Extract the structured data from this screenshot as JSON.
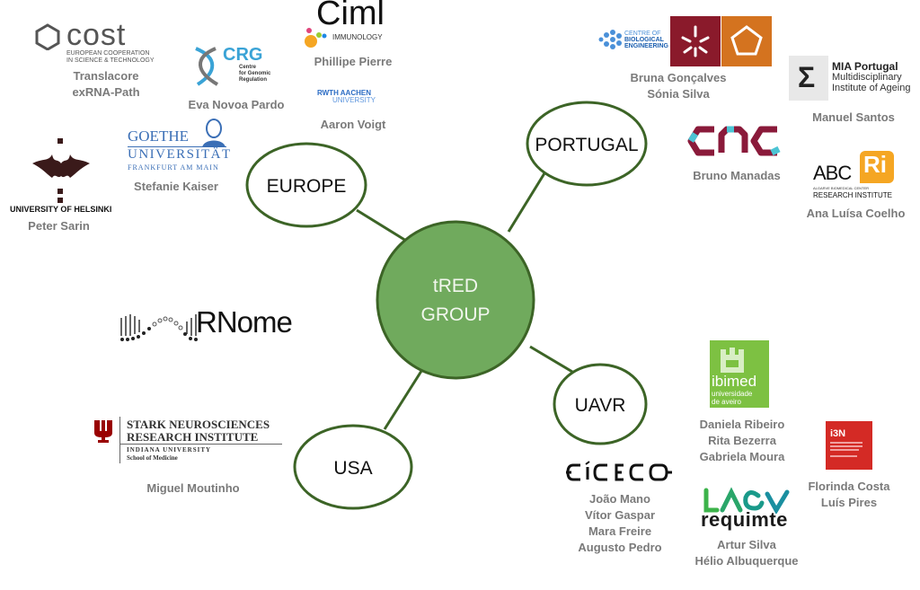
{
  "center": {
    "label_line1": "tRED",
    "label_line2": "GROUP",
    "fill": "#70aa5d",
    "stroke": "#3c6426"
  },
  "nodes": [
    {
      "id": "europe",
      "label": "EUROPE"
    },
    {
      "id": "portugal",
      "label": "PORTUGAL"
    },
    {
      "id": "uavr",
      "label": "UAVR"
    },
    {
      "id": "usa",
      "label": "USA"
    }
  ],
  "colors": {
    "edge": "#3c6426",
    "name_text": "#7a7a7a"
  },
  "partners": {
    "cost": {
      "logo_main": "cost",
      "logo_sub1": "EUROPEAN COOPERATION",
      "logo_sub2": "IN SCIENCE & TECHNOLOGY",
      "names": [
        "Translacore",
        "exRNA-Path"
      ]
    },
    "crg": {
      "logo_main": "CRG",
      "logo_sub": [
        "Centre",
        "for Genomic",
        "Regulation"
      ],
      "names": [
        "Eva Novoa Pardo"
      ]
    },
    "ciml": {
      "logo_main": "Ciml",
      "logo_sub": "IMMUNOLOGY",
      "names": [
        "Phillipe Pierre"
      ]
    },
    "rwth": {
      "logo_line1": "RWTH AACHEN",
      "logo_line2": "UNIVERSITY",
      "names": [
        "Aaron Voigt"
      ]
    },
    "goethe": {
      "logo_line1": "GOETHE",
      "logo_line2": "UNIVERSITÄT",
      "logo_line3": "FRANKFURT AM MAIN",
      "names": [
        "Stefanie Kaiser"
      ]
    },
    "helsinki": {
      "logo_text": "UNIVERSITY OF HELSINKI",
      "names": [
        "Peter Sarin"
      ]
    },
    "rnome": {
      "logo_text": "RNome"
    },
    "stark": {
      "logo_line1": "STARK NEUROSCIENCES",
      "logo_line2": "RESEARCH INSTITUTE",
      "logo_line3": "INDIANA UNIVERSITY",
      "logo_line4": "School of Medicine",
      "names": [
        "Miguel Moutinho"
      ]
    },
    "ceb": {
      "logo_line1": "CENTRE OF",
      "logo_line2": "BIOLOGICAL",
      "logo_line3": "ENGINEERING",
      "names": [
        "Bruna Gonçalves",
        "Sónia Silva"
      ]
    },
    "mia": {
      "logo_line1": "MIA Portugal",
      "logo_line2": "Multidisciplinary",
      "logo_line3": "Institute of Ageing",
      "names": [
        "Manuel Santos"
      ]
    },
    "cnc": {
      "logo_text": "cnc",
      "names": [
        "Bruno Manadas"
      ]
    },
    "abcri": {
      "logo_main": "ABC",
      "logo_badge": "Ri",
      "logo_sub1": "ALGARVE BIOMEDICAL CENTER",
      "logo_sub2": "RESEARCH INSTITUTE",
      "names": [
        "Ana Luísa Coelho"
      ]
    },
    "ibimed": {
      "logo_main": "ibimed",
      "logo_sub1": "universidade",
      "logo_sub2": "de aveiro",
      "names": [
        "Daniela Ribeiro",
        "Rita Bezerra",
        "Gabriela Moura"
      ]
    },
    "ciceco": {
      "logo_text": "CICECO",
      "names": [
        "João Mano",
        "Vítor Gaspar",
        "Mara Freire",
        "Augusto Pedro"
      ]
    },
    "laqv": {
      "logo_main": "LAQV",
      "logo_sub": "requimte",
      "names": [
        "Artur Silva",
        "Hélio Albuquerque"
      ]
    },
    "i3n": {
      "logo_text": "i3N",
      "names": [
        "Florinda Costa",
        "Luís Pires"
      ]
    }
  }
}
